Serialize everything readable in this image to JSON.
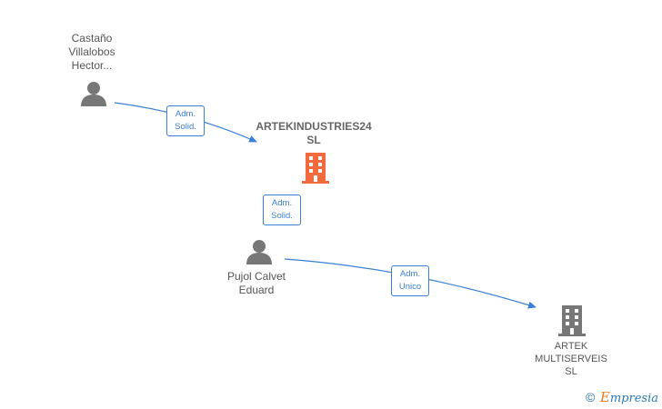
{
  "nodes": {
    "person1": {
      "label_lines": [
        "Castaño",
        "Villalobos",
        "Hector..."
      ],
      "icon": "person-icon"
    },
    "company_main": {
      "label_lines": [
        "ARTEKINDUSTRIES24",
        "SL"
      ],
      "icon": "building-icon",
      "color": "#f26a3d"
    },
    "person2": {
      "label_lines": [
        "Pujol Calvet",
        "Eduard"
      ],
      "icon": "person-icon"
    },
    "company2": {
      "label_lines": [
        "ARTEK",
        "MULTISERVEIS",
        "SL"
      ],
      "icon": "building-icon",
      "color": "#777777"
    }
  },
  "edges": [
    {
      "from": "person1",
      "to": "company_main",
      "label_lines": [
        "Adm.",
        "Solid."
      ]
    },
    {
      "from": "person2",
      "to": "company_main",
      "label_lines": [
        "Adm.",
        "Solid."
      ]
    },
    {
      "from": "person2",
      "to": "company2",
      "label_lines": [
        "Adm.",
        "Unico"
      ]
    }
  ],
  "colors": {
    "edge": "#3a7fd5",
    "person_icon": "#777777",
    "company_main_icon": "#f26a3d",
    "company_icon": "#777777"
  },
  "watermark": {
    "copyright": "©",
    "brand_first": "E",
    "brand_rest": "mpresia"
  }
}
